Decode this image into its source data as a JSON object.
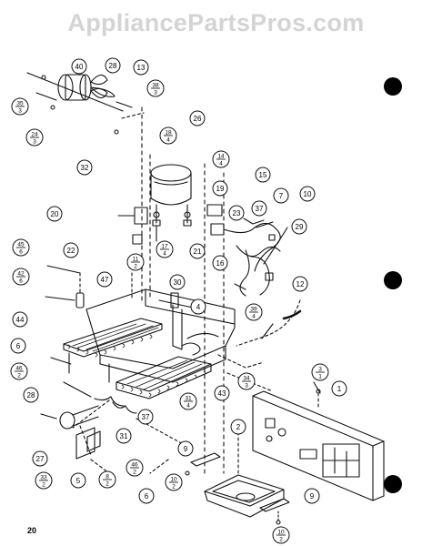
{
  "watermark": "AppliancePartsPros.com",
  "page_number": "20",
  "callouts": [
    {
      "id": "c40",
      "num": "40",
      "den": ""
    },
    {
      "id": "c28",
      "num": "28",
      "den": ""
    },
    {
      "id": "c13",
      "num": "13",
      "den": ""
    },
    {
      "id": "c35a",
      "num": "35",
      "den": "3"
    },
    {
      "id": "c38",
      "num": "38",
      "den": "3"
    },
    {
      "id": "c24",
      "num": "24",
      "den": "3"
    },
    {
      "id": "c26",
      "num": "26",
      "den": ""
    },
    {
      "id": "c18",
      "num": "18",
      "den": "4"
    },
    {
      "id": "c14",
      "num": "14",
      "den": "4"
    },
    {
      "id": "c32",
      "num": "32",
      "den": ""
    },
    {
      "id": "c15",
      "num": "15",
      "den": ""
    },
    {
      "id": "c19",
      "num": "19",
      "den": ""
    },
    {
      "id": "c7",
      "num": "7",
      "den": ""
    },
    {
      "id": "c10",
      "num": "10",
      "den": ""
    },
    {
      "id": "c20",
      "num": "20",
      "den": ""
    },
    {
      "id": "c23",
      "num": "23",
      "den": ""
    },
    {
      "id": "c37a",
      "num": "37",
      "den": ""
    },
    {
      "id": "c29",
      "num": "29",
      "den": ""
    },
    {
      "id": "c17",
      "num": "17",
      "den": "4"
    },
    {
      "id": "c21",
      "num": "21",
      "den": ""
    },
    {
      "id": "c16",
      "num": "16",
      "den": ""
    },
    {
      "id": "c22",
      "num": "22",
      "den": ""
    },
    {
      "id": "c11",
      "num": "11",
      "den": "2"
    },
    {
      "id": "c45",
      "num": "45",
      "den": "6"
    },
    {
      "id": "c42",
      "num": "42",
      "den": "6"
    },
    {
      "id": "c47",
      "num": "47",
      "den": ""
    },
    {
      "id": "c30",
      "num": "30",
      "den": ""
    },
    {
      "id": "c12",
      "num": "12",
      "den": ""
    },
    {
      "id": "c4",
      "num": "4",
      "den": ""
    },
    {
      "id": "c39",
      "num": "39",
      "den": "4"
    },
    {
      "id": "c44",
      "num": "44",
      "den": ""
    },
    {
      "id": "c6a",
      "num": "6",
      "den": ""
    },
    {
      "id": "c46a",
      "num": "46",
      "den": "2"
    },
    {
      "id": "c34",
      "num": "34",
      "den": "3"
    },
    {
      "id": "c3",
      "num": "3",
      "den": "1"
    },
    {
      "id": "c1",
      "num": "1",
      "den": ""
    },
    {
      "id": "c31a",
      "num": "31",
      "den": "4"
    },
    {
      "id": "c43",
      "num": "43",
      "den": ""
    },
    {
      "id": "c28b",
      "num": "28",
      "den": ""
    },
    {
      "id": "c37b",
      "num": "37",
      "den": ""
    },
    {
      "id": "c31b",
      "num": "31",
      "den": ""
    },
    {
      "id": "c2",
      "num": "2",
      "den": ""
    },
    {
      "id": "c27",
      "num": "27",
      "den": ""
    },
    {
      "id": "c9a",
      "num": "9",
      "den": ""
    },
    {
      "id": "c46b",
      "num": "46",
      "den": "2"
    },
    {
      "id": "c33",
      "num": "33",
      "den": "2"
    },
    {
      "id": "c5",
      "num": "5",
      "den": ""
    },
    {
      "id": "c8",
      "num": "8",
      "den": "2"
    },
    {
      "id": "c10b",
      "num": "10",
      "den": "2"
    },
    {
      "id": "c6b",
      "num": "6",
      "den": ""
    },
    {
      "id": "c9b",
      "num": "9",
      "den": ""
    },
    {
      "id": "c10c",
      "num": "10",
      "den": "2"
    }
  ]
}
